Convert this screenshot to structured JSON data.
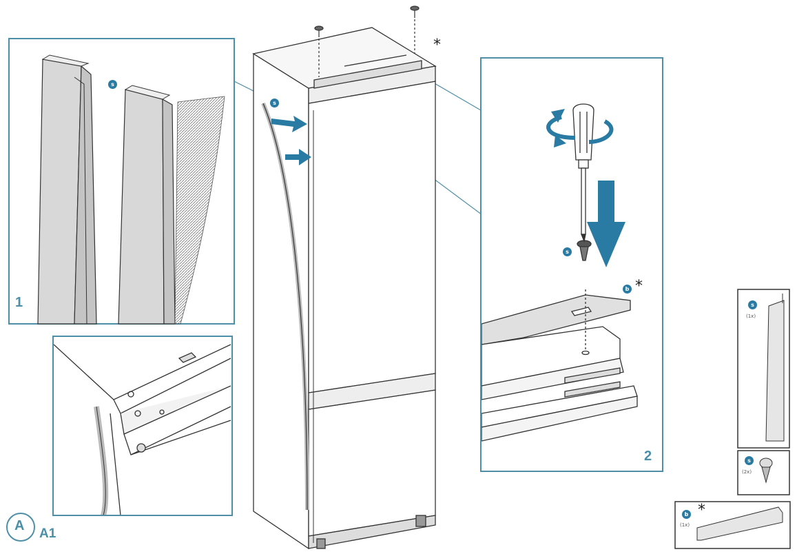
{
  "colors": {
    "frame": "#4d8fa6",
    "arrow": "#2a7ba3",
    "line": "#3a3a3a",
    "panel_fill": "#e6e6e6"
  },
  "labels": {
    "panel_1": "1",
    "panel_2": "2",
    "section_letter": "A",
    "section_code": "A1"
  },
  "badges": {
    "strip": "s",
    "screw": "s",
    "bracket": "b",
    "parts_strip": "s",
    "parts_screw": "s",
    "parts_bracket": "b"
  },
  "parts_list": {
    "strip_qty": "(1x)",
    "screw_qty": "(2x)",
    "bracket_qty": "(1x)"
  },
  "asterisks": {
    "top_bracket": "*",
    "detail_bracket": "*",
    "parts_bracket": "*"
  },
  "icons": [
    "screwdriver-icon",
    "rotate-arrow-icon",
    "down-arrow-icon",
    "screw-icon",
    "push-arrow-icon"
  ]
}
